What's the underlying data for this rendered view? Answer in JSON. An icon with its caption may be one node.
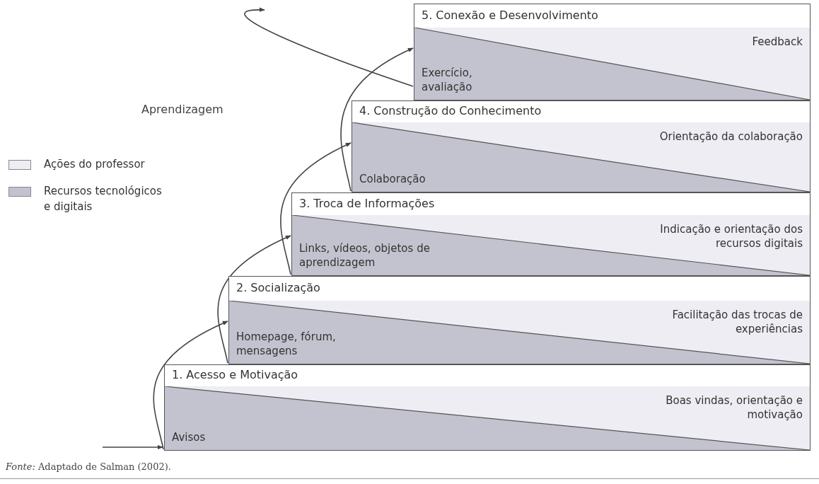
{
  "diagram": {
    "caption": "*Fonte:* Adaptado de Salman (2002).",
    "nodes": [
      {
        "text": [
          "1. Acesso e Motivação",
          "Boas vindas, orientação e motivação",
          "Avisos"
        ]
      },
      {
        "text": [
          "2. Socialização",
          "Facilitação das trocas de experiências",
          "Homepage, fórum, mensagens"
        ]
      },
      {
        "text": [
          "3. Troca de Informações",
          "Indicação e orientação dos recursos digitais",
          "Links, vídeos, objetos de aprendizagem"
        ]
      },
      {
        "text": [
          "4. Construção do Conhecimento",
          "Orientação da colaboração",
          "Colaboração"
        ]
      },
      {
        "text": [
          "5. Conexão e Desenvolvimento",
          "Feedback",
          "Exercício, avaliação"
        ]
      }
    ],
    "edges": [
      {
        "from": null,
        "to": 0,
        "arrow": "to"
      },
      {
        "from": 0,
        "to": 1,
        "arrow": "to"
      },
      {
        "from": 1,
        "to": 2,
        "arrow": "to"
      },
      {
        "from": 2,
        "to": 3,
        "arrow": "to"
      },
      {
        "from": 3,
        "to": 4,
        "arrow": "to"
      },
      {
        "from": 4,
        "to": null,
        "arrow": "to"
      }
    ],
    "labels": [
      "Aprendizagem"
    ],
    "legend": [
      {
        "text": "Ações do professor",
        "color": "#ededf3"
      },
      {
        "text": "Recursos tecnológicos e digitais",
        "color": "#c3c3cf"
      }
    ]
  }
}
